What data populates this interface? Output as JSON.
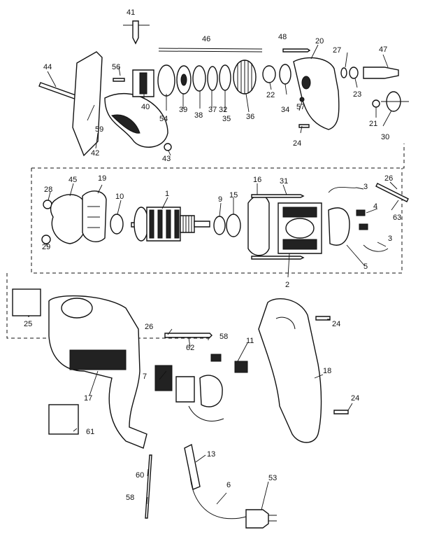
{
  "labels": {
    "l1": "1",
    "l2": "2",
    "l3a": "3",
    "l3b": "3",
    "l4": "4",
    "l5": "5",
    "l6": "6",
    "l7": "7",
    "l9": "9",
    "l10": "10",
    "l11": "11",
    "l13": "13",
    "l15": "15",
    "l16": "16",
    "l17": "17",
    "l18": "18",
    "l19": "19",
    "l20": "20",
    "l21": "21",
    "l22": "22",
    "l23": "23",
    "l24a": "24",
    "l24b": "24",
    "l24c": "24",
    "l25": "25",
    "l26a": "26",
    "l26b": "26",
    "l27": "27",
    "l28": "28",
    "l29": "29",
    "l30": "30",
    "l31": "31",
    "l32": "32",
    "l34": "34",
    "l35": "35",
    "l36": "36",
    "l37": "37",
    "l38": "38",
    "l39": "39",
    "l40": "40",
    "l41": "41",
    "l42": "42",
    "l43": "43",
    "l44": "44",
    "l45": "45",
    "l46": "46",
    "l47": "47",
    "l48": "48",
    "l53": "53",
    "l54": "54",
    "l56": "56",
    "l57": "57",
    "l58a": "58",
    "l58b": "58",
    "l59": "59",
    "l60": "60",
    "l61": "61",
    "l62": "62",
    "l63": "63"
  }
}
